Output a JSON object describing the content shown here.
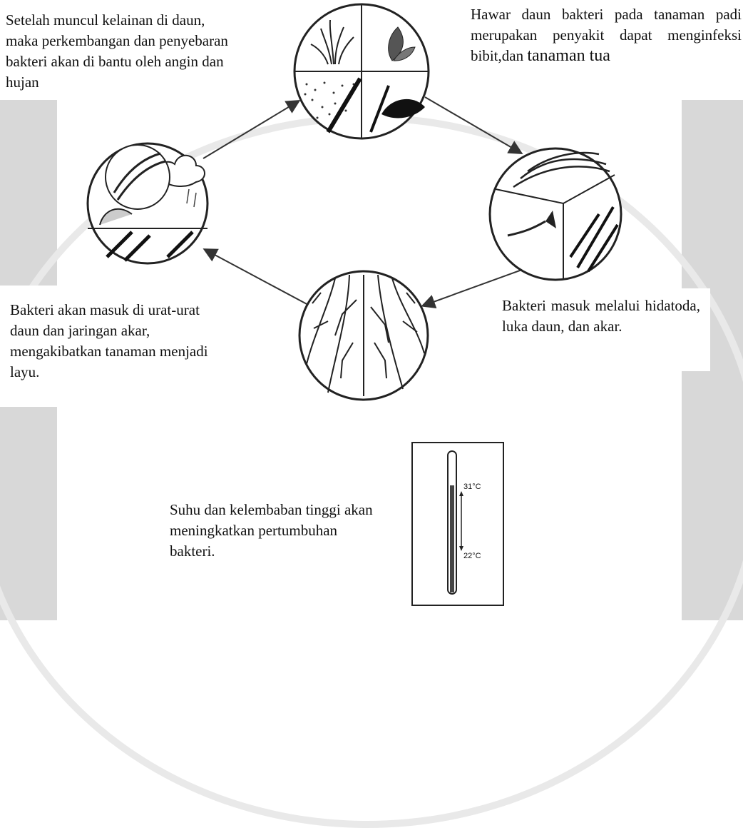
{
  "texts": {
    "top_left": "Setelah muncul kelainan di daun, maka perkembangan dan penyebaran bakteri akan di bantu oleh angin dan hujan",
    "top_right_main": "Hawar daun bakteri pada tanaman padi merupakan penyakit dapat menginfeksi bibit,dan ",
    "top_right_tail": "tanaman tua",
    "right": "Bakteri masuk melalui hidatoda, luka daun, dan akar.",
    "left": "Bakteri akan masuk di urat-urat daun dan jaringan akar, mengakibatkan tanaman menjadi layu.",
    "bottom": "Suhu dan kelembaban tinggi akan meningkatkan pertumbuhan bakteri."
  },
  "thermometer": {
    "high_label": "31°C",
    "low_label": "22°C"
  }
}
